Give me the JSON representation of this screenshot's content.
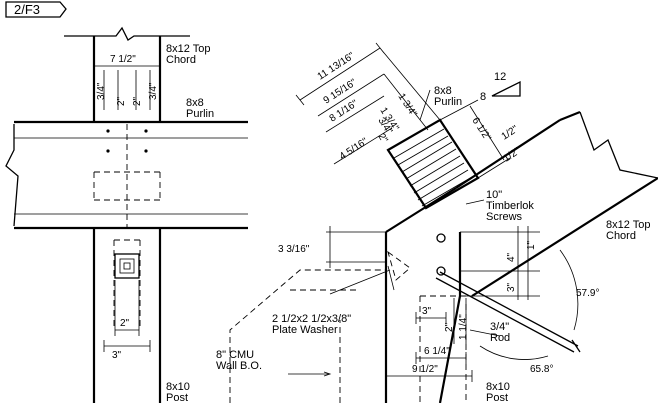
{
  "detail_tag": "2/F3",
  "labels": {
    "top_chord_left": [
      "8x12 Top",
      "Chord"
    ],
    "purlin_left": [
      "8x8",
      "Purlin"
    ],
    "post_left": [
      "8x10",
      "Post"
    ],
    "purlin_right": [
      "8x8",
      "Purlin"
    ],
    "slope_rise": "12",
    "slope_run": "8",
    "screws": [
      "10\"",
      "Timberlok",
      "Screws"
    ],
    "top_chord_right": [
      "8x12 Top",
      "Chord"
    ],
    "washer": [
      "2 1/2x2 1/2x3/8\"",
      "Plate Washer"
    ],
    "cmu": [
      "8\" CMU",
      "Wall B.O."
    ],
    "rod": [
      "3/4\"",
      "Rod"
    ],
    "post_right": [
      "8x10",
      "Post"
    ]
  },
  "dimensions": {
    "left_width": "7 1/2\"",
    "left_34a": "3/4\"",
    "left_2a": "2\"",
    "left_2b": "2\"",
    "left_34b": "3/4\"",
    "left_washer_2": "2\"",
    "left_bottom_3": "3\"",
    "d_11_13_16": "11 13/16\"",
    "d_9_15_16": "9 15/16\"",
    "d_8_1_16": "8 1/16\"",
    "d_4_5_16": "4 5/16\"",
    "d_1_34a": "1 3/4\"",
    "d_2_top": "2\"",
    "d_1_34b": "1 3/4\"",
    "d_3_34": "3/4\"",
    "d_6_12": "6 1/2\"",
    "d_12a": "1/2\"",
    "d_12b": "1/2\"",
    "d_3_3_16": "3 3/16\"",
    "d_1": "1\"",
    "d_4": "4\"",
    "d_3v": "3\"",
    "d_3h": "3\"",
    "d_2v": "2\"",
    "d_1_14": "1 1/4\"",
    "d_6_14": "6 1/4\"",
    "d_9_12": "9 1/2\"",
    "ang_57": "57.9°",
    "ang_65": "65.8°"
  }
}
